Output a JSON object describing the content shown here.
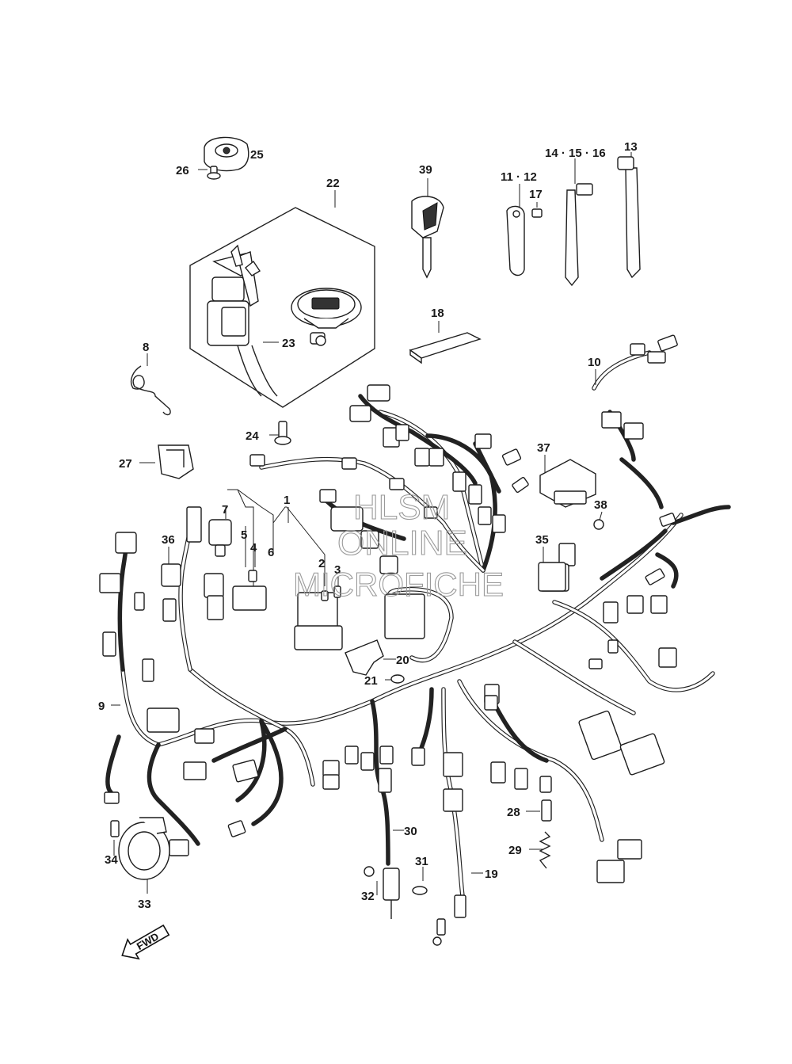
{
  "watermark": {
    "line1": "HLSM",
    "line2": "ONLINE",
    "line3": "MICROFICHE"
  },
  "fwd_label": "FWD",
  "callouts": {
    "c1": "1",
    "c2": "2",
    "c3": "3",
    "c4": "4",
    "c5": "5",
    "c6": "6",
    "c7": "7",
    "c8": "8",
    "c9": "9",
    "c10": "10",
    "c11_12": "11 · 12",
    "c13": "13",
    "c14_15_16": "14 · 15 · 16",
    "c17": "17",
    "c18": "18",
    "c19": "19",
    "c20": "20",
    "c21": "21",
    "c22": "22",
    "c23": "23",
    "c24": "24",
    "c25": "25",
    "c26": "26",
    "c27": "27",
    "c28": "28",
    "c29": "29",
    "c30": "30",
    "c31": "31",
    "c32": "32",
    "c33": "33",
    "c34": "34",
    "c35": "35",
    "c36": "36",
    "c37": "37",
    "c38": "38",
    "c39": "39"
  }
}
